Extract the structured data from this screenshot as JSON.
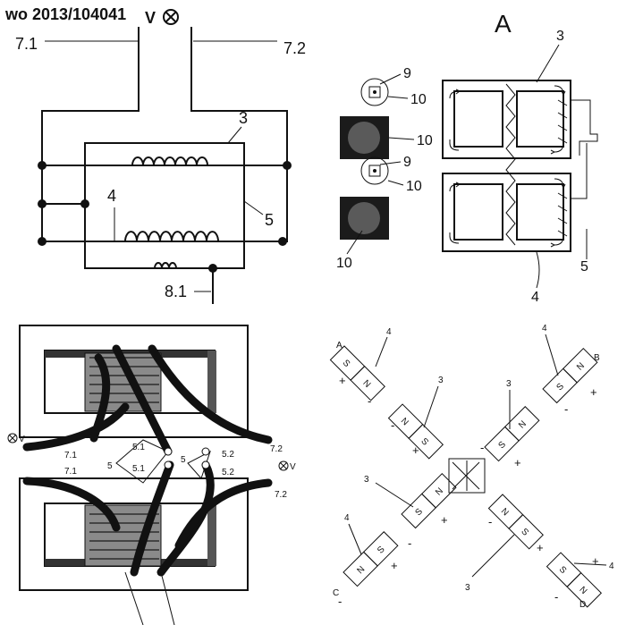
{
  "header": {
    "doc_number": "wo 2013/104041",
    "panel_a_letter": "A"
  },
  "panel_tl": {
    "voltage_symbol": "V",
    "lead_left": "7.1",
    "lead_right": "7.2",
    "label_3": "3",
    "label_4": "4",
    "label_5": "5",
    "label_8_1": "8.1"
  },
  "panel_tr": {
    "label_9_top": "9",
    "label_10_a": "10",
    "label_10_b": "10",
    "label_9_mid": "9",
    "label_10_c": "10",
    "label_10_d": "10",
    "label_3": "3",
    "label_4": "4",
    "label_5": "5"
  },
  "panel_bl": {
    "v_left_top": "V",
    "v_right_top": "V",
    "lead_7_1_top": "7.1",
    "lead_7_2_top": "7.2",
    "lead_7_1_bot": "7.1",
    "lead_7_2_bot": "7.2",
    "label_5_left": "5",
    "label_5_right": "5",
    "label_5_1_a": "5.1",
    "label_5_1_b": "5.1",
    "label_5_2_a": "5.2",
    "label_5_2_b": "5.2"
  },
  "panel_br": {
    "corner_A": "A",
    "corner_B": "B",
    "corner_C": "C",
    "corner_D": "D",
    "label_4": "4",
    "label_3": "3",
    "pole_N": "N",
    "pole_S": "S",
    "sign_plus": "+",
    "sign_minus": "-"
  }
}
